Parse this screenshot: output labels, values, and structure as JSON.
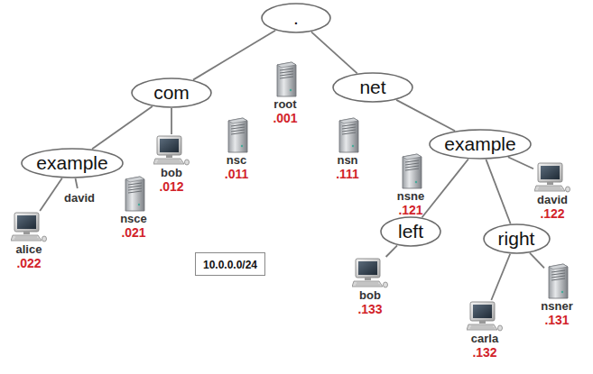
{
  "diagram": {
    "nodes": [
      {
        "text": [
          "."
        ]
      },
      {
        "text": [
          "com"
        ]
      },
      {
        "text": [
          "net"
        ]
      },
      {
        "text": [
          "root",
          ".001"
        ]
      },
      {
        "text": [
          "example"
        ]
      },
      {
        "text": [
          "nsc",
          ".011"
        ]
      },
      {
        "text": [
          "bob",
          ".012"
        ]
      },
      {
        "text": [
          "example"
        ]
      },
      {
        "text": [
          "nsn",
          ".111"
        ]
      },
      {
        "text": [
          "david",
          ".122"
        ]
      },
      {
        "text": [
          "nsne",
          ".121"
        ]
      },
      {
        "text": [
          "david"
        ]
      },
      {
        "text": [
          "nsce",
          ".021"
        ]
      },
      {
        "text": [
          "left"
        ]
      },
      {
        "text": [
          "right"
        ]
      },
      {
        "text": [
          "alice",
          ".022"
        ]
      },
      {
        "text": [
          "10.0.0.0/24"
        ]
      },
      {
        "text": [
          "bob",
          ".133"
        ]
      },
      {
        "text": [
          "nsner",
          ".131"
        ]
      },
      {
        "text": [
          "carla",
          ".132"
        ]
      }
    ],
    "edges": [
      {
        "from": 0,
        "to": 1,
        "arrow": "none"
      },
      {
        "from": 0,
        "to": 2,
        "arrow": "none"
      },
      {
        "from": 1,
        "to": 4,
        "arrow": "none"
      },
      {
        "from": 1,
        "to": 6,
        "arrow": "none"
      },
      {
        "from": 4,
        "to": 15,
        "arrow": "none"
      },
      {
        "from": 4,
        "to": 11,
        "arrow": "none"
      },
      {
        "from": 2,
        "to": 7,
        "arrow": "none"
      },
      {
        "from": 7,
        "to": 13,
        "arrow": "none"
      },
      {
        "from": 7,
        "to": 14,
        "arrow": "none"
      },
      {
        "from": 7,
        "to": 9,
        "arrow": "none"
      },
      {
        "from": 13,
        "to": 17,
        "arrow": "none"
      },
      {
        "from": 14,
        "to": 19,
        "arrow": "none"
      },
      {
        "from": 14,
        "to": 18,
        "arrow": "none"
      }
    ]
  }
}
